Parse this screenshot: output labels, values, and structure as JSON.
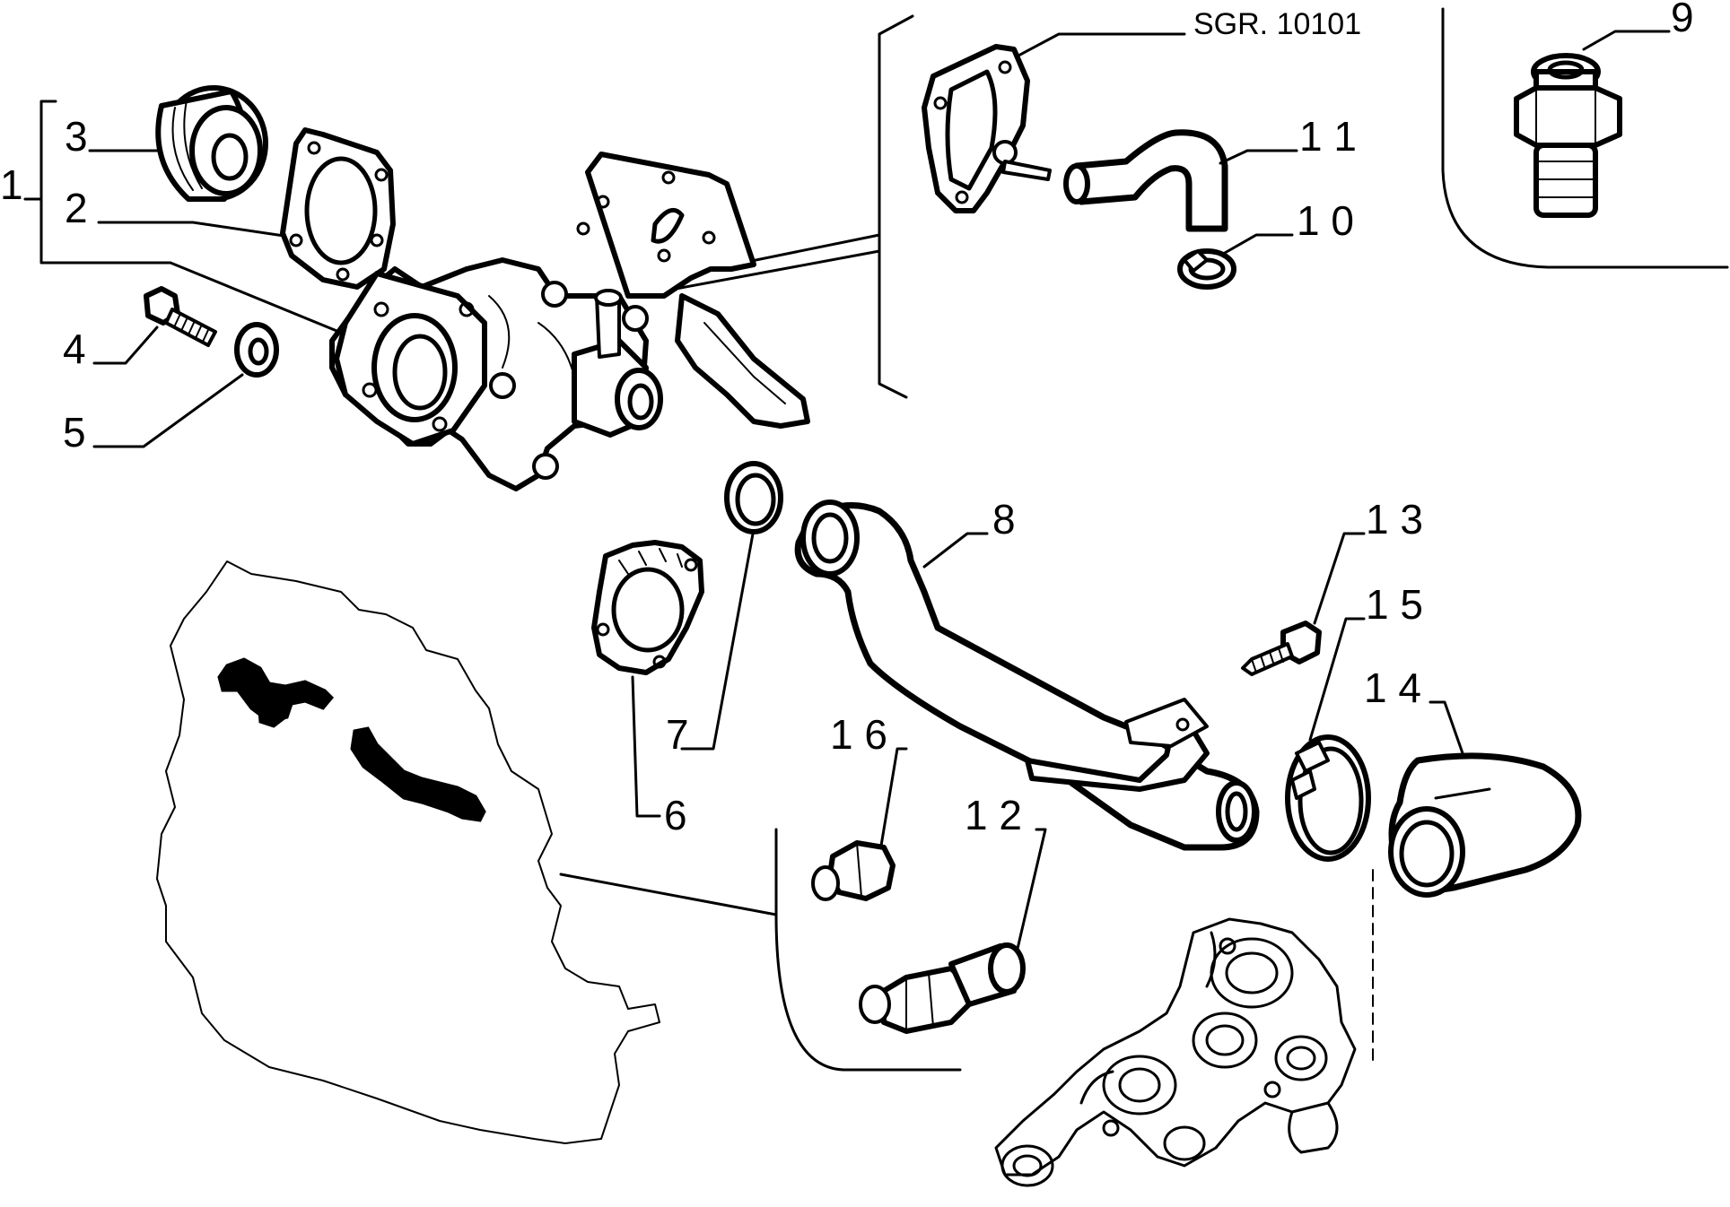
{
  "reference": "SGR. 10101",
  "part_labels": [
    "1",
    "2",
    "3",
    "4",
    "5",
    "6",
    "7",
    "8",
    "9",
    "1 0",
    "1 1",
    "1 2",
    "1 3",
    "1 4",
    "1 5",
    "1 6"
  ],
  "colors": {
    "background": "#ffffff",
    "ink": "#000000"
  }
}
